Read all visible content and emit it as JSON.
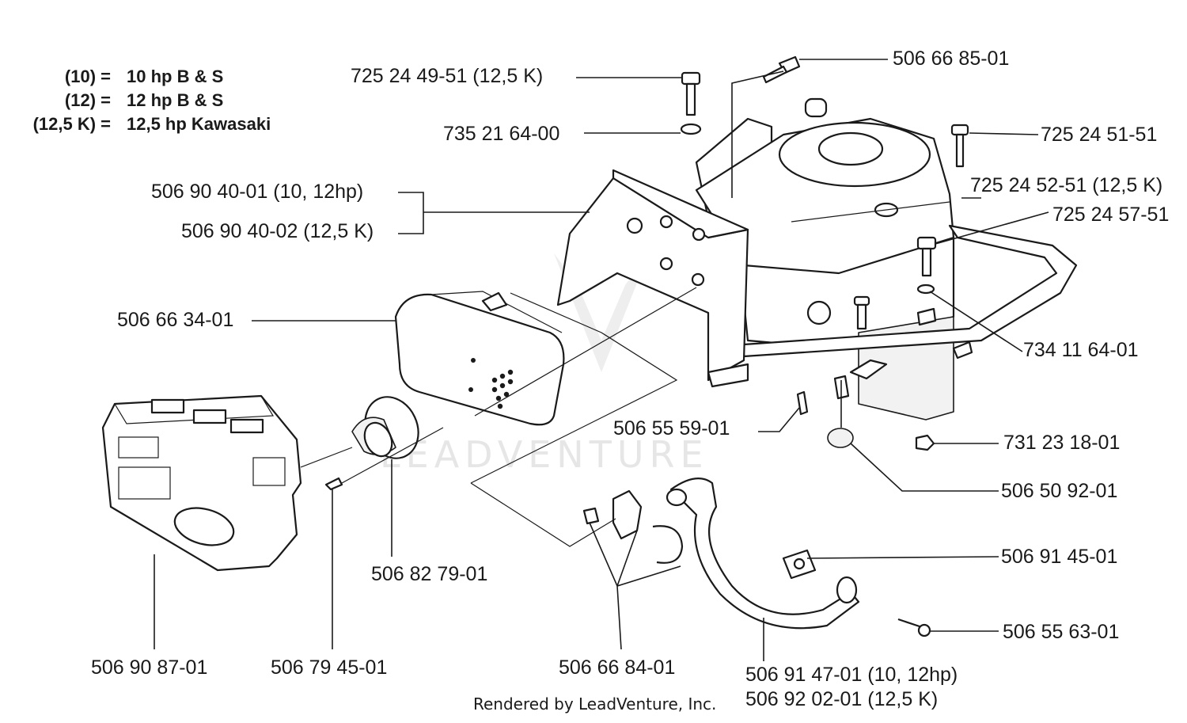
{
  "legend": [
    {
      "code": "(10) =",
      "desc": "10 hp B & S"
    },
    {
      "code": "(12) =",
      "desc": "12 hp B & S"
    },
    {
      "code": "(12,5 K) =",
      "desc": "12,5 hp Kawasaki"
    }
  ],
  "callouts": {
    "p725244951": "725 24 49-51 (12,5 K)",
    "p506668501": "506 66 85-01",
    "p735216400": "735 21 64-00",
    "p725245151": "725 24 51-51",
    "p506904001": "506 90 40-01 (10, 12hp)",
    "p506904002": "506 90 40-02 (12,5 K)",
    "p725245251": "725 24 52-51 (12,5 K)",
    "p725245751": "725 24 57-51",
    "p506663401": "506 66 34-01",
    "p734116401": "734 11 64-01",
    "p506555901": "506 55 59-01",
    "p731231801": "731 23 18-01",
    "p506509201": "506 50 92-01",
    "p506827901": "506 82 79-01",
    "p506914501": "506 91 45-01",
    "p506555631": "506 55 63-01",
    "p506908701": "506 90 87-01",
    "p506794501": "506 79 45-01",
    "p506668401": "506 66 84-01",
    "p506914701": "506 91 47-01 (10, 12hp)",
    "p506920201": "506 92 02-01 (12,5 K)"
  },
  "watermark": "LEADVENTURE",
  "credit": "Rendered by LeadVenture, Inc."
}
